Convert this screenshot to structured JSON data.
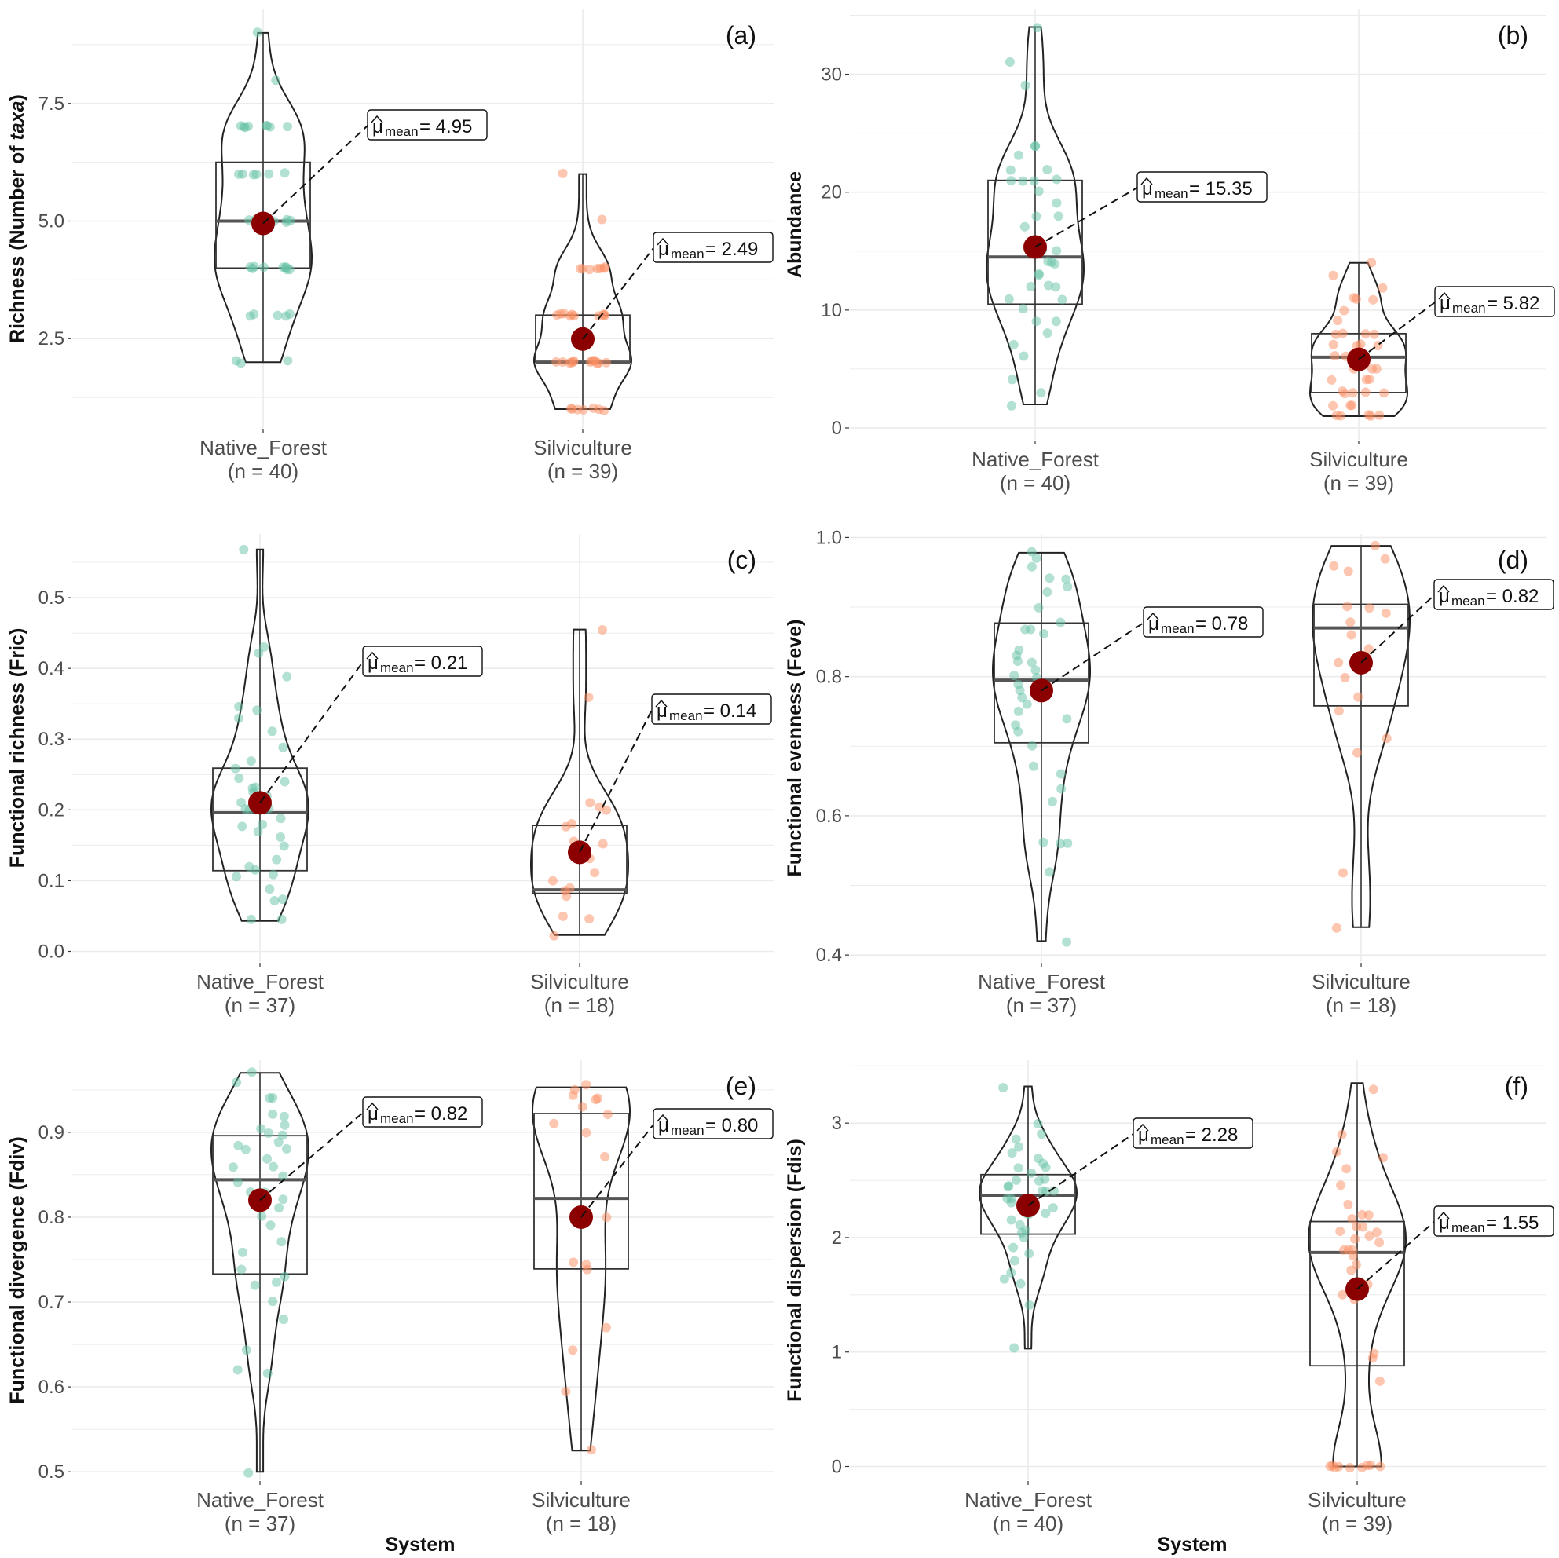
{
  "figure": {
    "xlabel_left": "System",
    "xlabel_right": "System"
  },
  "colors": {
    "native_forest": "#66c2a5",
    "silviculture": "#fc8d62",
    "mean_point": "#8b0000",
    "grid": "#ebebeb",
    "outline": "#222222"
  },
  "chart_data": [
    {
      "type": "violin",
      "tag": "(a)",
      "ylabel": "Richness (Number of taxa)",
      "ylabel_parts": [
        "Richness (Number of ",
        "taxa",
        ")"
      ],
      "ylim": [
        0.6,
        9.5
      ],
      "yticks": [
        2.5,
        5.0,
        7.5
      ],
      "ytick_labels": [
        "2.5",
        "5.0",
        "7.5"
      ],
      "categories": [
        "Native_Forest",
        "Silviculture"
      ],
      "category_n": [
        "(n = 40)",
        "(n = 39)"
      ],
      "groups": [
        {
          "name": "Native_Forest",
          "n": 40,
          "min": 2,
          "q1": 4,
          "median": 5,
          "q3": 6.25,
          "max": 9,
          "mean": 4.95,
          "mean_label": "= 4.95",
          "points": [
            2,
            2,
            2,
            3,
            3,
            3,
            3,
            3,
            4,
            4,
            4,
            4,
            4,
            4,
            4,
            4,
            4,
            5,
            5,
            5,
            5,
            5,
            5,
            5,
            6,
            6,
            6,
            6,
            6,
            7,
            7,
            7,
            7,
            7,
            7,
            7,
            7,
            8,
            9,
            6
          ]
        },
        {
          "name": "Silviculture",
          "n": 39,
          "min": 1,
          "q1": 2,
          "median": 2,
          "q3": 3,
          "max": 6,
          "mean": 2.49,
          "mean_label": "= 2.49",
          "points": [
            1,
            1,
            1,
            1,
            1,
            1,
            1,
            2,
            2,
            2,
            2,
            2,
            2,
            2,
            2,
            2,
            2,
            2,
            2,
            3,
            3,
            3,
            3,
            3,
            3,
            3,
            3,
            3,
            3,
            4,
            4,
            4,
            4,
            4,
            4,
            4,
            5,
            6,
            2
          ]
        }
      ]
    },
    {
      "type": "violin",
      "tag": "(b)",
      "ylabel": "Abundance",
      "ylim": [
        -1,
        35.5
      ],
      "yticks": [
        0,
        10,
        20,
        30
      ],
      "ytick_labels": [
        "0",
        "10",
        "20",
        "30"
      ],
      "categories": [
        "Native_Forest",
        "Silviculture"
      ],
      "category_n": [
        "(n = 40)",
        "(n = 39)"
      ],
      "groups": [
        {
          "name": "Native_Forest",
          "n": 40,
          "min": 2,
          "q1": 10.5,
          "median": 14.5,
          "q3": 21,
          "max": 34,
          "mean": 15.35,
          "mean_label": "= 15.35",
          "points": [
            2,
            3,
            4,
            6,
            7,
            8,
            9,
            9,
            10,
            11,
            11,
            12,
            12,
            13,
            13,
            14,
            14,
            14,
            15,
            15,
            16,
            16,
            17,
            18,
            18,
            19,
            20,
            21,
            21,
            21,
            21,
            22,
            22,
            23,
            24,
            24,
            29,
            31,
            34,
            12
          ]
        },
        {
          "name": "Silviculture",
          "n": 39,
          "min": 1,
          "q1": 3,
          "median": 6,
          "q3": 8,
          "max": 14,
          "mean": 5.82,
          "mean_label": "= 5.82",
          "points": [
            1,
            1,
            1,
            1,
            1,
            2,
            2,
            2,
            3,
            3,
            3,
            3,
            3,
            4,
            4,
            4,
            5,
            5,
            5,
            6,
            6,
            6,
            6,
            7,
            7,
            7,
            7,
            8,
            8,
            8,
            8,
            9,
            10,
            11,
            11,
            11,
            12,
            13,
            14
          ]
        }
      ]
    },
    {
      "type": "violin",
      "tag": "(c)",
      "ylabel": "Functional richness (Fric)",
      "ylim": [
        -0.015,
        0.59
      ],
      "yticks": [
        0.0,
        0.1,
        0.2,
        0.3,
        0.4,
        0.5
      ],
      "ytick_labels": [
        "0.0",
        "0.1",
        "0.2",
        "0.3",
        "0.4",
        "0.5"
      ],
      "categories": [
        "Native_Forest",
        "Silviculture"
      ],
      "category_n": [
        "(n = 37)",
        "(n = 18)"
      ],
      "groups": [
        {
          "name": "Native_Forest",
          "n": 37,
          "min": 0.043,
          "q1": 0.114,
          "median": 0.196,
          "q3": 0.259,
          "max": 0.568,
          "mean": 0.21,
          "mean_label": "= 0.21",
          "points": [
            0.043,
            0.045,
            0.07,
            0.072,
            0.09,
            0.105,
            0.11,
            0.115,
            0.13,
            0.15,
            0.16,
            0.17,
            0.175,
            0.18,
            0.19,
            0.2,
            0.2,
            0.21,
            0.22,
            0.225,
            0.23,
            0.23,
            0.24,
            0.245,
            0.26,
            0.27,
            0.29,
            0.31,
            0.33,
            0.34,
            0.345,
            0.39,
            0.42,
            0.43,
            0.568,
            0.12,
            0.2
          ]
        },
        {
          "name": "Silviculture",
          "n": 18,
          "min": 0.023,
          "q1": 0.082,
          "median": 0.087,
          "q3": 0.178,
          "max": 0.455,
          "mean": 0.14,
          "mean_label": "= 0.14",
          "points": [
            0.023,
            0.045,
            0.05,
            0.08,
            0.085,
            0.09,
            0.1,
            0.11,
            0.13,
            0.15,
            0.155,
            0.175,
            0.18,
            0.2,
            0.205,
            0.21,
            0.358,
            0.455
          ]
        }
      ]
    },
    {
      "type": "violin",
      "tag": "(d)",
      "ylabel": "Functional evenness (Feve)",
      "ylim": [
        0.39,
        1.005
      ],
      "yticks": [
        0.4,
        0.6,
        0.8,
        1.0
      ],
      "ytick_labels": [
        "0.4",
        "0.6",
        "0.8",
        "1.0"
      ],
      "categories": [
        "Native_Forest",
        "Silviculture"
      ],
      "category_n": [
        "(n = 37)",
        "(n = 18)"
      ],
      "groups": [
        {
          "name": "Native_Forest",
          "n": 37,
          "min": 0.42,
          "q1": 0.705,
          "median": 0.795,
          "q3": 0.877,
          "max": 0.978,
          "mean": 0.78,
          "mean_label": "= 0.78",
          "points": [
            0.42,
            0.52,
            0.56,
            0.56,
            0.56,
            0.62,
            0.64,
            0.66,
            0.67,
            0.7,
            0.72,
            0.73,
            0.74,
            0.75,
            0.76,
            0.77,
            0.78,
            0.79,
            0.8,
            0.8,
            0.81,
            0.82,
            0.82,
            0.83,
            0.84,
            0.86,
            0.87,
            0.87,
            0.88,
            0.9,
            0.92,
            0.93,
            0.94,
            0.94,
            0.96,
            0.97,
            0.98
          ]
        },
        {
          "name": "Silviculture",
          "n": 18,
          "min": 0.44,
          "q1": 0.758,
          "median": 0.87,
          "q3": 0.904,
          "max": 0.988,
          "mean": 0.82,
          "mean_label": "= 0.82",
          "points": [
            0.44,
            0.52,
            0.69,
            0.71,
            0.75,
            0.77,
            0.8,
            0.84,
            0.86,
            0.88,
            0.89,
            0.9,
            0.9,
            0.95,
            0.96,
            0.97,
            0.99,
            0.82
          ]
        }
      ]
    },
    {
      "type": "violin",
      "tag": "(e)",
      "ylabel": "Functional divergence (Fdiv)",
      "ylim": [
        0.49,
        0.985
      ],
      "yticks": [
        0.5,
        0.6,
        0.7,
        0.8,
        0.9
      ],
      "ytick_labels": [
        "0.5",
        "0.6",
        "0.7",
        "0.8",
        "0.9"
      ],
      "categories": [
        "Native_Forest",
        "Silviculture"
      ],
      "category_n": [
        "(n = 37)",
        "(n = 18)"
      ],
      "groups": [
        {
          "name": "Native_Forest",
          "n": 37,
          "min": 0.5,
          "q1": 0.733,
          "median": 0.844,
          "q3": 0.896,
          "max": 0.97,
          "mean": 0.82,
          "mean_label": "= 0.82",
          "points": [
            0.5,
            0.615,
            0.62,
            0.645,
            0.68,
            0.7,
            0.72,
            0.725,
            0.73,
            0.74,
            0.76,
            0.77,
            0.79,
            0.8,
            0.81,
            0.82,
            0.83,
            0.84,
            0.85,
            0.86,
            0.86,
            0.87,
            0.88,
            0.88,
            0.885,
            0.89,
            0.895,
            0.9,
            0.905,
            0.91,
            0.92,
            0.92,
            0.94,
            0.94,
            0.96,
            0.97,
            0.83
          ]
        },
        {
          "name": "Silviculture",
          "n": 18,
          "min": 0.525,
          "q1": 0.739,
          "median": 0.822,
          "q3": 0.922,
          "max": 0.953,
          "mean": 0.8,
          "mean_label": "= 0.80",
          "points": [
            0.525,
            0.595,
            0.645,
            0.67,
            0.74,
            0.745,
            0.745,
            0.8,
            0.87,
            0.9,
            0.91,
            0.92,
            0.93,
            0.94,
            0.94,
            0.945,
            0.95,
            0.955
          ]
        }
      ]
    },
    {
      "type": "violin",
      "tag": "(f)",
      "ylabel": "Functional dispersion (Fdis)",
      "ylim": [
        -0.12,
        3.55
      ],
      "yticks": [
        0,
        1,
        2,
        3
      ],
      "ytick_labels": [
        "0",
        "1",
        "2",
        "3"
      ],
      "categories": [
        "Native_Forest",
        "Silviculture"
      ],
      "category_n": [
        "(n = 40)",
        "(n = 39)"
      ],
      "groups": [
        {
          "name": "Native_Forest",
          "n": 40,
          "min": 1.03,
          "q1": 2.03,
          "median": 2.37,
          "q3": 2.55,
          "max": 3.32,
          "mean": 2.28,
          "mean_label": "= 2.28",
          "points": [
            1.03,
            1.4,
            1.6,
            1.65,
            1.7,
            1.8,
            1.85,
            1.9,
            2.0,
            2.05,
            2.05,
            2.1,
            2.15,
            2.2,
            2.2,
            2.25,
            2.3,
            2.3,
            2.35,
            2.35,
            2.4,
            2.4,
            2.45,
            2.45,
            2.5,
            2.5,
            2.5,
            2.55,
            2.6,
            2.6,
            2.65,
            2.7,
            2.75,
            2.8,
            2.85,
            2.9,
            3.3,
            3.0,
            2.2,
            2.4
          ]
        },
        {
          "name": "Silviculture",
          "n": 39,
          "min": 0,
          "q1": 0.88,
          "median": 1.87,
          "q3": 2.14,
          "max": 3.35,
          "mean": 1.55,
          "mean_label": "= 1.55",
          "points": [
            0,
            0,
            0,
            0,
            0,
            0,
            0,
            0,
            0,
            0.75,
            0.95,
            1.0,
            1.45,
            1.5,
            1.55,
            1.6,
            1.7,
            1.75,
            1.85,
            1.9,
            1.9,
            1.95,
            2.0,
            2.05,
            2.05,
            2.1,
            2.1,
            2.15,
            2.2,
            2.2,
            2.3,
            2.45,
            2.6,
            2.7,
            2.75,
            2.9,
            3.3,
            1.9,
            2.0
          ]
        }
      ]
    }
  ]
}
